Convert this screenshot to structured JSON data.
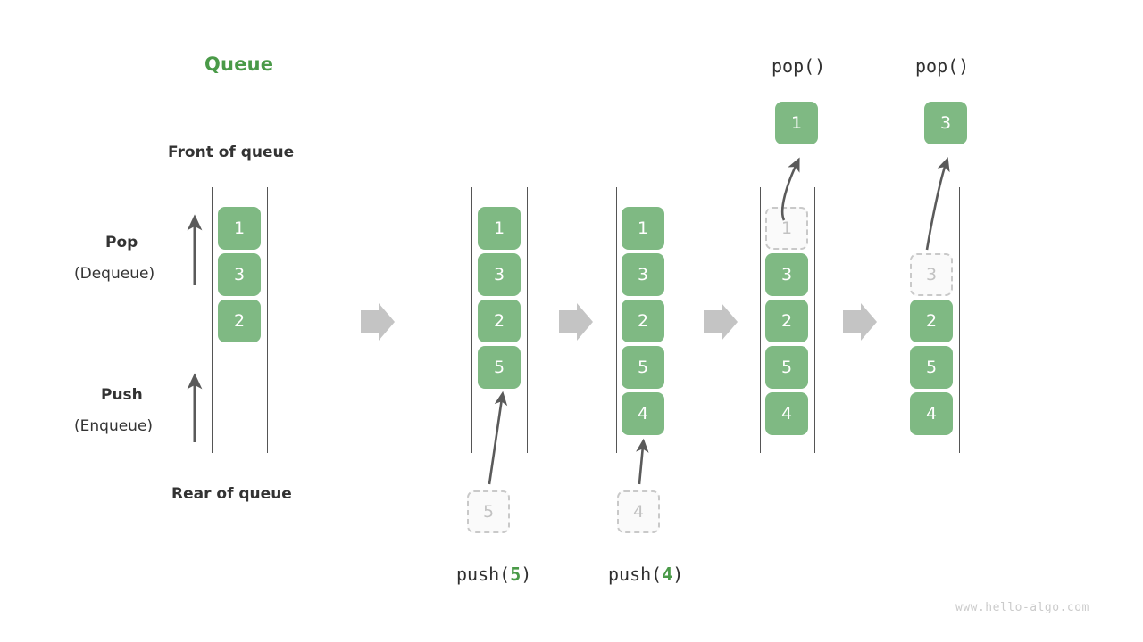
{
  "meta": {
    "title": "Queue",
    "watermark": "www.hello-algo.com",
    "accent_green": "#4a9a48",
    "box_green": "#7fb983",
    "ghost_gray": "#c2c2c2",
    "arrow_gray": "#c4c4c4",
    "rail_gray": "#555555"
  },
  "labels": {
    "front_of_queue": "Front of queue",
    "rear_of_queue": "Rear of queue",
    "pop": "Pop",
    "pop_alt": "(Dequeue)",
    "push": "Push",
    "push_alt": "(Enqueue)"
  },
  "operations": {
    "push5_prefix": "push(",
    "push5_arg": "5",
    "push5_suffix": ")",
    "push4_prefix": "push(",
    "push4_arg": "4",
    "push4_suffix": ")",
    "pop_label_1": "pop()",
    "pop_label_2": "pop()"
  },
  "stages": [
    {
      "name": "initial",
      "items": [
        {
          "value": "1",
          "state": "filled"
        },
        {
          "value": "3",
          "state": "filled"
        },
        {
          "value": "2",
          "state": "filled"
        }
      ],
      "incoming": null,
      "outgoing": null,
      "caption": null
    },
    {
      "name": "after-push-5",
      "items": [
        {
          "value": "1",
          "state": "filled"
        },
        {
          "value": "3",
          "state": "filled"
        },
        {
          "value": "2",
          "state": "filled"
        },
        {
          "value": "5",
          "state": "filled"
        }
      ],
      "incoming": {
        "value": "5",
        "state": "ghost"
      },
      "outgoing": null,
      "caption": "push(5)"
    },
    {
      "name": "after-push-4",
      "items": [
        {
          "value": "1",
          "state": "filled"
        },
        {
          "value": "3",
          "state": "filled"
        },
        {
          "value": "2",
          "state": "filled"
        },
        {
          "value": "5",
          "state": "filled"
        },
        {
          "value": "4",
          "state": "filled"
        }
      ],
      "incoming": {
        "value": "4",
        "state": "ghost"
      },
      "outgoing": null,
      "caption": "push(4)"
    },
    {
      "name": "after-pop-1",
      "items": [
        {
          "value": "1",
          "state": "ghost"
        },
        {
          "value": "3",
          "state": "filled"
        },
        {
          "value": "2",
          "state": "filled"
        },
        {
          "value": "5",
          "state": "filled"
        },
        {
          "value": "4",
          "state": "filled"
        }
      ],
      "incoming": null,
      "outgoing": {
        "value": "1",
        "state": "filled"
      },
      "caption": "pop()"
    },
    {
      "name": "after-pop-3",
      "items": [
        {
          "value": "",
          "state": "empty"
        },
        {
          "value": "3",
          "state": "ghost"
        },
        {
          "value": "2",
          "state": "filled"
        },
        {
          "value": "5",
          "state": "filled"
        },
        {
          "value": "4",
          "state": "filled"
        }
      ],
      "incoming": null,
      "outgoing": {
        "value": "3",
        "state": "filled"
      },
      "caption": "pop()"
    }
  ],
  "transition_arrows": [
    {
      "name": "arrow-1-to-2"
    },
    {
      "name": "arrow-2-to-3"
    },
    {
      "name": "arrow-3-to-4"
    },
    {
      "name": "arrow-4-to-5"
    }
  ]
}
